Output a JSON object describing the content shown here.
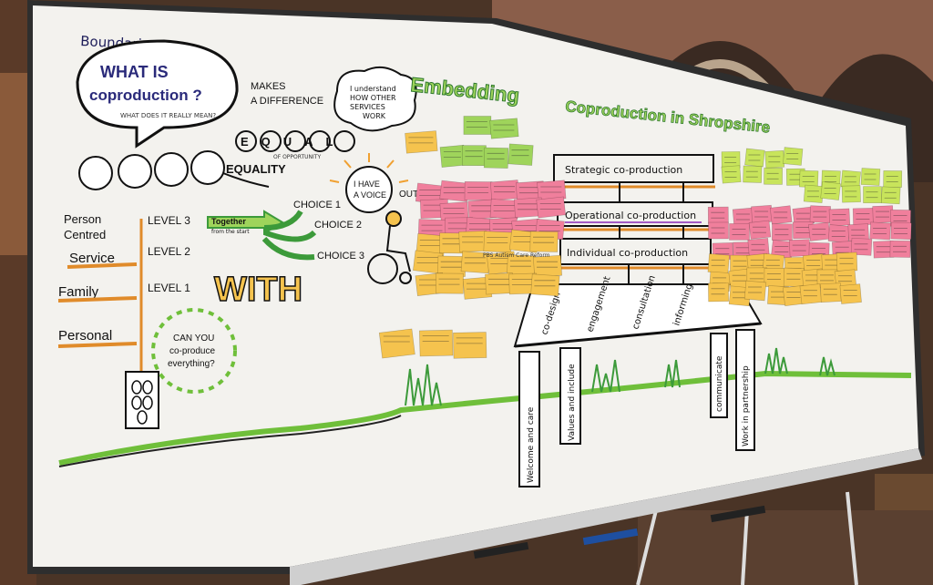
{
  "board": {
    "title": "Embedding Coproduction in Shropshire",
    "boundaries_label": "Boundaries",
    "bubble_title": "WHAT IS coproduction?",
    "bubble_sub": "WHAT DOES IT REALLY MEAN?",
    "makes_difference": "MAKES A DIFFERENCE",
    "understand_cloud": [
      "I understand",
      "HOW OTHER",
      "SERVICES",
      "WORK"
    ],
    "equal": "EQUAL",
    "equal_sub": "OF OPPORTUNITY",
    "equality": "EQUALITY",
    "voice": [
      "I HAVE",
      "A VOICE"
    ],
    "outcomes": "OUTC",
    "with_word": "WITH",
    "together": [
      "Together",
      "from the start"
    ],
    "choices": [
      "CHOICE 1",
      "CHOICE 2",
      "CHOICE 3"
    ],
    "levels": [
      "LEVEL 3",
      "LEVEL 2",
      "LEVEL 1"
    ],
    "left_labels": {
      "person_centred": [
        "Person",
        "Centred"
      ],
      "service": "Service",
      "family": "Family",
      "personal": "Personal"
    },
    "can_you": [
      "CAN YOU",
      "co-produce",
      "everything?"
    ],
    "shelves": [
      "Strategic co-production",
      "Operational co-production",
      "Individual co-production"
    ],
    "roof_words": [
      "co-design",
      "engagement",
      "consultation",
      "informing"
    ],
    "pillars": [
      "Welcome and care",
      "Values and include",
      "communicate",
      "Work in partnership"
    ],
    "note_sample": [
      "PBS",
      "Autism",
      "Care",
      "Reform"
    ]
  },
  "colors": {
    "board": "#f3f2ee",
    "green_note": "#9fd45b",
    "pink_note": "#f07f9c",
    "yellow_note": "#f5c34e",
    "lime_note": "#c8e45b",
    "marker_green": "#3c9a3a",
    "marker_navy": "#2a2a7a",
    "marker_orange": "#e08b2a"
  }
}
